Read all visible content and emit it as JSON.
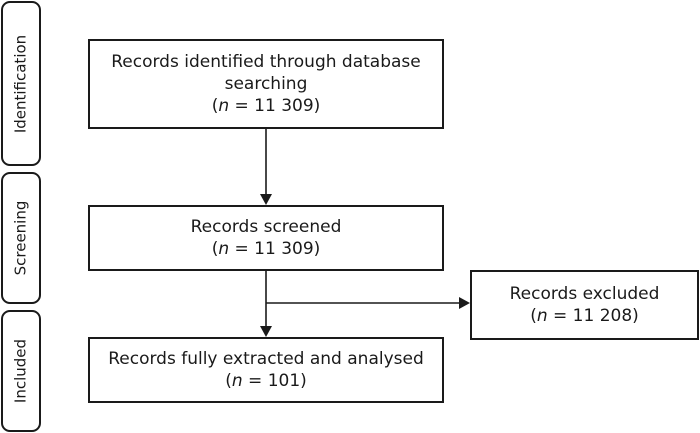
{
  "stages": {
    "identification": "Identification",
    "screening": "Screening",
    "included": "Included"
  },
  "boxes": {
    "identified": {
      "title_line1": "Records identified through database",
      "title_line2": "searching",
      "n_symbol": "n",
      "count_text": " = 11 309)"
    },
    "screened": {
      "title": "Records screened",
      "n_symbol": "n",
      "count_text": " = 11 309)"
    },
    "excluded": {
      "title": "Records excluded",
      "n_symbol": "n",
      "count_text": " = 11 208)"
    },
    "extracted": {
      "title": "Records fully extracted and analysed",
      "n_symbol": "n",
      "count_text": " = 101)"
    }
  }
}
